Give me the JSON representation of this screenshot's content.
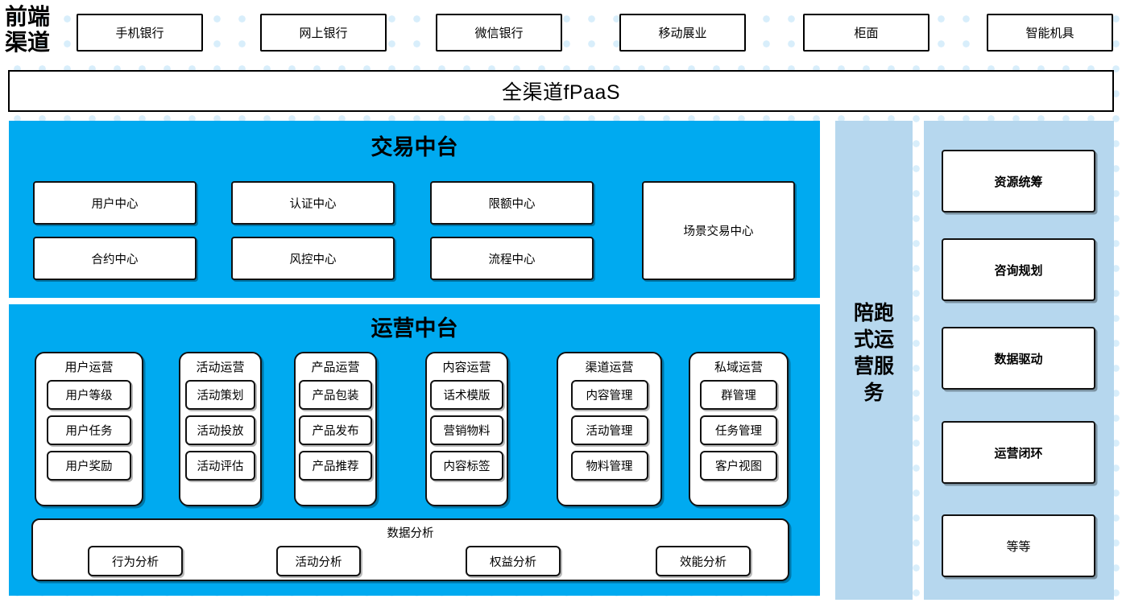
{
  "colors": {
    "cyan": "#00aaf0",
    "light_blue": "#b6d7ee",
    "dot": "#d8eefb",
    "outline": "#111111",
    "white": "#ffffff"
  },
  "front_channel": {
    "label": "前端渠道",
    "label_line1": "前端",
    "label_line2": "渠道",
    "channels": [
      {
        "label": "手机银行"
      },
      {
        "label": "网上银行"
      },
      {
        "label": "微信银行"
      },
      {
        "label": "移动展业"
      },
      {
        "label": "柜面"
      },
      {
        "label": "智能机具"
      }
    ],
    "platform_band": "全渠道fPaaS"
  },
  "transaction_center": {
    "title": "交易中台",
    "left_grid": [
      {
        "label": "用户中心"
      },
      {
        "label": "认证中心"
      },
      {
        "label": "限额中心"
      },
      {
        "label": "合约中心"
      },
      {
        "label": "风控中心"
      },
      {
        "label": "流程中心"
      }
    ],
    "tall_box": {
      "label": "场景交易中心"
    }
  },
  "operation_center": {
    "title": "运营中台",
    "columns": [
      {
        "title": "用户运营",
        "items": [
          "用户等级",
          "用户任务",
          "用户奖励"
        ]
      },
      {
        "title": "活动运营",
        "items": [
          "活动策划",
          "活动投放",
          "活动评估"
        ]
      },
      {
        "title": "产品运营",
        "items": [
          "产品包装",
          "产品发布",
          "产品推荐"
        ]
      },
      {
        "title": "内容运营",
        "items": [
          "话术模版",
          "营销物料",
          "内容标签"
        ]
      },
      {
        "title": "渠道运营",
        "items": [
          "内容管理",
          "活动管理",
          "物料管理"
        ]
      },
      {
        "title": "私域运营",
        "items": [
          "群管理",
          "任务管理",
          "客户视图"
        ]
      }
    ],
    "data_analysis": {
      "title": "数据分析",
      "items": [
        "行为分析",
        "活动分析",
        "权益分析",
        "效能分析"
      ]
    }
  },
  "service_column": {
    "text": "陪跑式运营服务",
    "lines": [
      "陪跑",
      "式运",
      "营服",
      "务"
    ]
  },
  "capability_panel": {
    "cards": [
      {
        "label": "资源统筹",
        "bold": true
      },
      {
        "label": "咨询规划",
        "bold": true
      },
      {
        "label": "数据驱动",
        "bold": true
      },
      {
        "label": "运营闭环",
        "bold": true
      },
      {
        "label": "等等",
        "bold": false
      }
    ]
  }
}
